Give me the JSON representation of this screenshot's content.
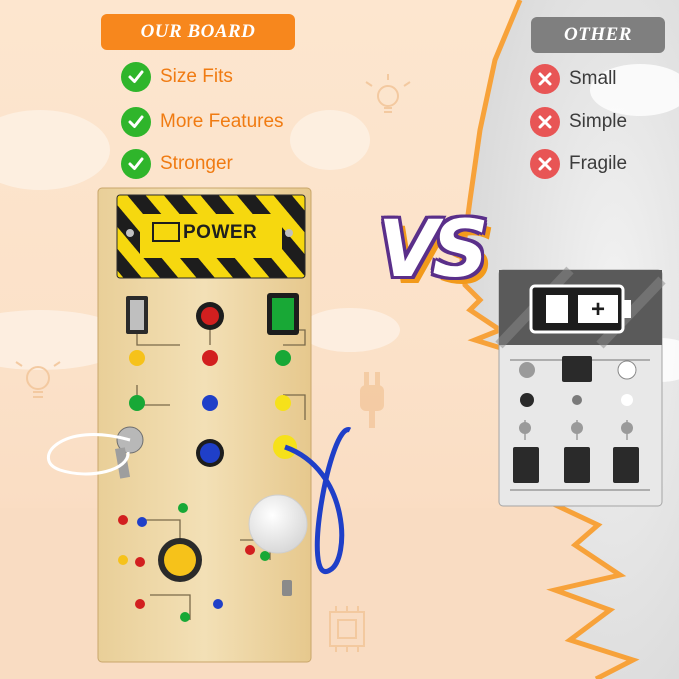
{
  "left": {
    "badge": "OUR BOARD",
    "features": [
      {
        "label": "Size Fits",
        "icon": "check-icon"
      },
      {
        "label": "More Features",
        "icon": "check-icon"
      },
      {
        "label": "Stronger",
        "icon": "check-icon"
      }
    ],
    "board_label": "POWER"
  },
  "right": {
    "badge": "OTHER",
    "features": [
      {
        "label": "Small",
        "icon": "cross-icon"
      },
      {
        "label": "Simple",
        "icon": "cross-icon"
      },
      {
        "label": "Fragile",
        "icon": "cross-icon"
      }
    ]
  },
  "vs_text": "VS",
  "colors": {
    "accent_orange": "#f7871d",
    "check_green": "#2fb52b",
    "cross_red": "#e85555",
    "other_gray": "#7f7f7f",
    "board_wood": "#efd9a6",
    "hazard_yellow": "#f6d80f"
  }
}
